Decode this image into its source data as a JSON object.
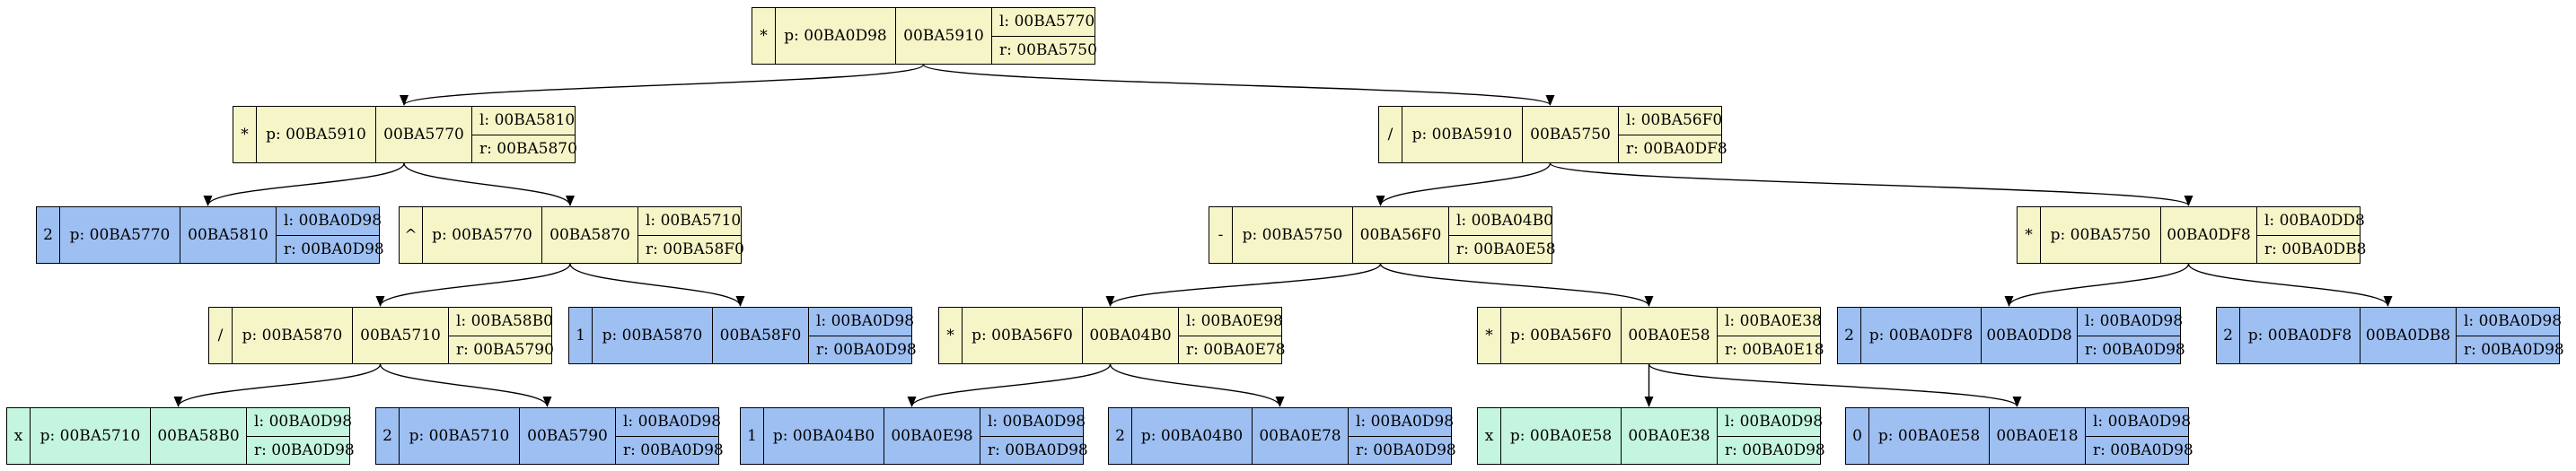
{
  "tree": {
    "nodes": [
      {
        "id": "n0",
        "kind": "op",
        "type": "*",
        "parent": "p: 00BA0D98",
        "self": "00BA5910",
        "left": "l: 00BA5770",
        "right": "r: 00BA5750"
      },
      {
        "id": "n1",
        "kind": "op",
        "type": "*",
        "parent": "p: 00BA5910",
        "self": "00BA5770",
        "left": "l: 00BA5810",
        "right": "r: 00BA5870"
      },
      {
        "id": "n2",
        "kind": "op",
        "type": "/",
        "parent": "p: 00BA5910",
        "self": "00BA5750",
        "left": "l: 00BA56F0",
        "right": "r: 00BA0DF8"
      },
      {
        "id": "n3",
        "kind": "num",
        "type": "2",
        "parent": "p: 00BA5770",
        "self": "00BA5810",
        "left": "l: 00BA0D98",
        "right": "r: 00BA0D98"
      },
      {
        "id": "n4",
        "kind": "op",
        "type": "^",
        "parent": "p: 00BA5770",
        "self": "00BA5870",
        "left": "l: 00BA5710",
        "right": "r: 00BA58F0"
      },
      {
        "id": "n5",
        "kind": "op",
        "type": "-",
        "parent": "p: 00BA5750",
        "self": "00BA56F0",
        "left": "l: 00BA04B0",
        "right": "r: 00BA0E58"
      },
      {
        "id": "n6",
        "kind": "op",
        "type": "*",
        "parent": "p: 00BA5750",
        "self": "00BA0DF8",
        "left": "l: 00BA0DD8",
        "right": "r: 00BA0DB8"
      },
      {
        "id": "n7",
        "kind": "op",
        "type": "/",
        "parent": "p: 00BA5870",
        "self": "00BA5710",
        "left": "l: 00BA58B0",
        "right": "r: 00BA5790"
      },
      {
        "id": "n8",
        "kind": "num",
        "type": "1",
        "parent": "p: 00BA5870",
        "self": "00BA58F0",
        "left": "l: 00BA0D98",
        "right": "r: 00BA0D98"
      },
      {
        "id": "n9",
        "kind": "op",
        "type": "*",
        "parent": "p: 00BA56F0",
        "self": "00BA04B0",
        "left": "l: 00BA0E98",
        "right": "r: 00BA0E78"
      },
      {
        "id": "n10",
        "kind": "op",
        "type": "*",
        "parent": "p: 00BA56F0",
        "self": "00BA0E58",
        "left": "l: 00BA0E38",
        "right": "r: 00BA0E18"
      },
      {
        "id": "n11",
        "kind": "num",
        "type": "2",
        "parent": "p: 00BA0DF8",
        "self": "00BA0DD8",
        "left": "l: 00BA0D98",
        "right": "r: 00BA0D98"
      },
      {
        "id": "n12",
        "kind": "num",
        "type": "2",
        "parent": "p: 00BA0DF8",
        "self": "00BA0DB8",
        "left": "l: 00BA0D98",
        "right": "r: 00BA0D98"
      },
      {
        "id": "n13",
        "kind": "var",
        "type": "x",
        "parent": "p: 00BA5710",
        "self": "00BA58B0",
        "left": "l: 00BA0D98",
        "right": "r: 00BA0D98"
      },
      {
        "id": "n14",
        "kind": "num",
        "type": "2",
        "parent": "p: 00BA5710",
        "self": "00BA5790",
        "left": "l: 00BA0D98",
        "right": "r: 00BA0D98"
      },
      {
        "id": "n15",
        "kind": "num",
        "type": "1",
        "parent": "p: 00BA04B0",
        "self": "00BA0E98",
        "left": "l: 00BA0D98",
        "right": "r: 00BA0D98"
      },
      {
        "id": "n16",
        "kind": "num",
        "type": "2",
        "parent": "p: 00BA04B0",
        "self": "00BA0E78",
        "left": "l: 00BA0D98",
        "right": "r: 00BA0D98"
      },
      {
        "id": "n17",
        "kind": "var",
        "type": "x",
        "parent": "p: 00BA0E58",
        "self": "00BA0E38",
        "left": "l: 00BA0D98",
        "right": "r: 00BA0D98"
      },
      {
        "id": "n18",
        "kind": "num",
        "type": "0",
        "parent": "p: 00BA0E58",
        "self": "00BA0E18",
        "left": "l: 00BA0D98",
        "right": "r: 00BA0D98"
      }
    ],
    "edges": [
      [
        "n0",
        "n1"
      ],
      [
        "n0",
        "n2"
      ],
      [
        "n1",
        "n3"
      ],
      [
        "n1",
        "n4"
      ],
      [
        "n2",
        "n5"
      ],
      [
        "n2",
        "n6"
      ],
      [
        "n4",
        "n7"
      ],
      [
        "n4",
        "n8"
      ],
      [
        "n5",
        "n9"
      ],
      [
        "n5",
        "n10"
      ],
      [
        "n6",
        "n11"
      ],
      [
        "n6",
        "n12"
      ],
      [
        "n7",
        "n13"
      ],
      [
        "n7",
        "n14"
      ],
      [
        "n9",
        "n15"
      ],
      [
        "n9",
        "n16"
      ],
      [
        "n10",
        "n17"
      ],
      [
        "n10",
        "n18"
      ]
    ],
    "colors": {
      "op": "#f5f5c8",
      "num": "#9ebff2",
      "var": "#c4f5df",
      "edge": "#000000"
    }
  }
}
